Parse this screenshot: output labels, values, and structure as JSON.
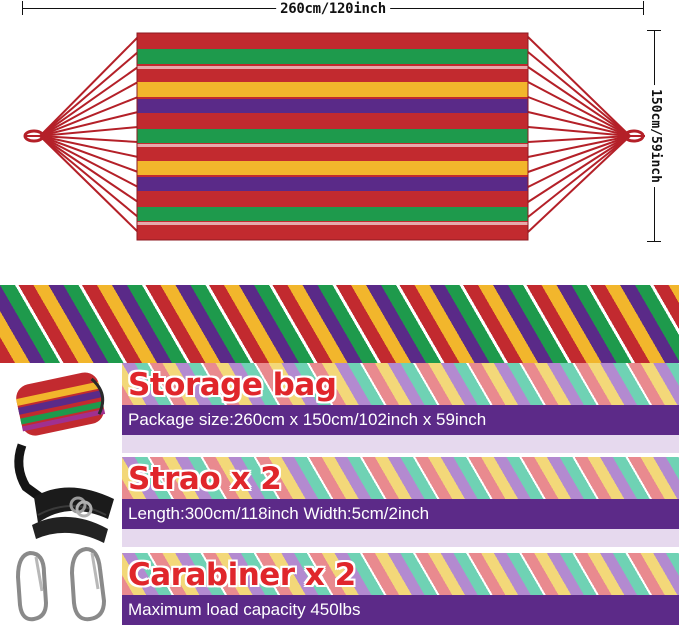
{
  "dimensions": {
    "length_label": "260cm/120inch",
    "width_label": "150cm/59inch"
  },
  "hammock": {
    "stripe_colors": [
      "#c22a2f",
      "#1e9a4c",
      "#f2b62c",
      "#5a2a88"
    ],
    "rope_color": "#b42028"
  },
  "items": [
    {
      "title": "Storage bag",
      "description": "Package size:260cm x 150cm/102inch x 59inch"
    },
    {
      "title": "Strao x 2",
      "description": "Length:300cm/118inch Width:5cm/2inch"
    },
    {
      "title": "Carabiner x 2",
      "description": "Maximum load capacity 450lbs"
    }
  ],
  "colors": {
    "title_red": "#e0262b",
    "desc_bar": "#5c2a88",
    "pastel_stripes": [
      "#e98a8f",
      "#f3d879",
      "#b38ad0",
      "#6fd2b4"
    ]
  }
}
